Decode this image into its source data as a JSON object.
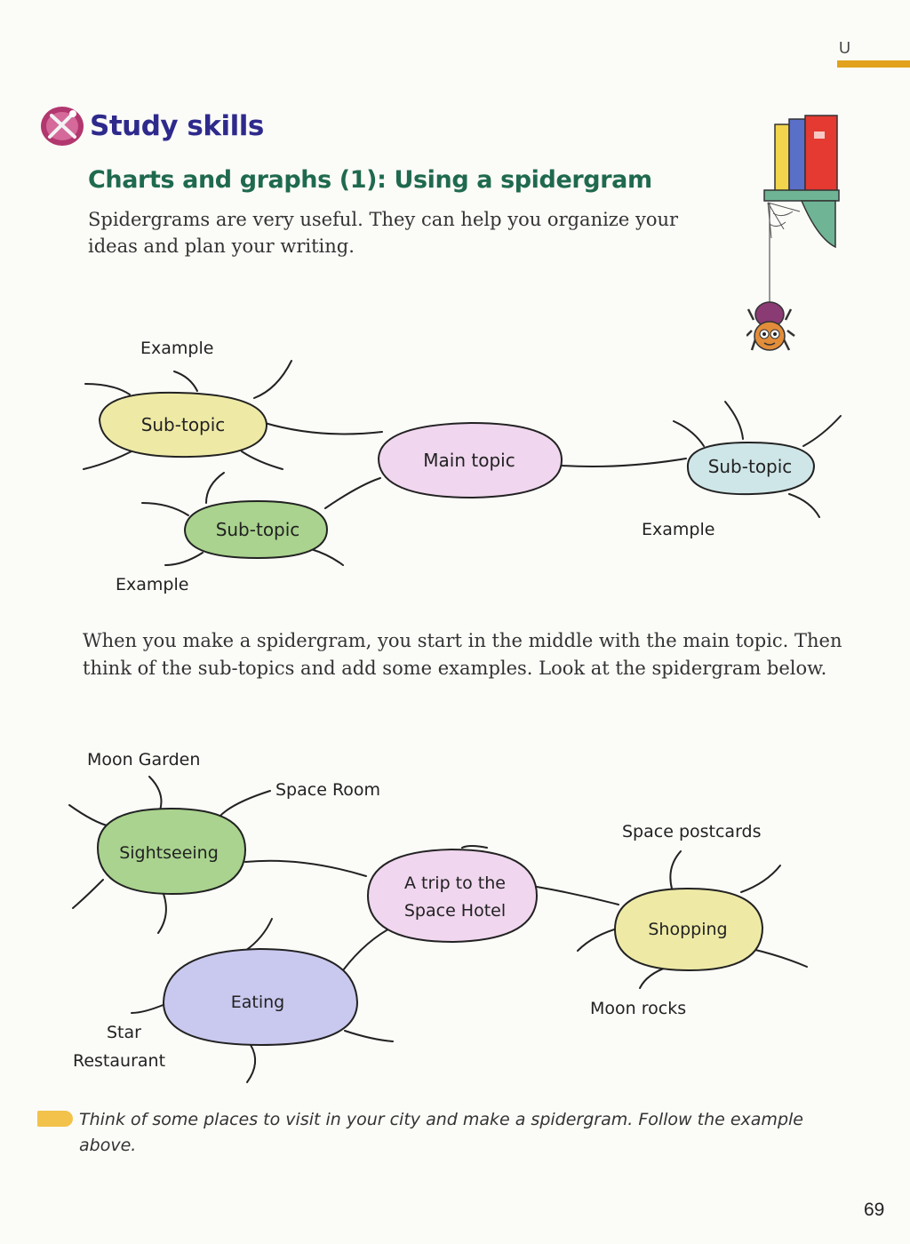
{
  "header": {
    "tab_letter": "U"
  },
  "section": {
    "title": "Study skills"
  },
  "lesson": {
    "title": "Charts and graphs (1): Using a spidergram",
    "intro": "Spidergrams are very useful. They can help you organize your ideas and plan your writing."
  },
  "diagram1": {
    "main": "Main topic",
    "subtopic_top_left": "Sub-topic",
    "subtopic_bottom_left": "Sub-topic",
    "subtopic_right": "Sub-topic",
    "example_top_left": "Example",
    "example_bottom_left": "Example",
    "example_right": "Example"
  },
  "middle_text": "When you make a spidergram, you start in the middle with the main topic. Then think of the sub-topics and add some examples. Look at the spidergram below.",
  "diagram2": {
    "main_line1": "A trip to the",
    "main_line2": "Space Hotel",
    "sightseeing": "Sightseeing",
    "eating": "Eating",
    "shopping": "Shopping",
    "moon_garden": "Moon Garden",
    "space_room": "Space Room",
    "star_line1": "Star",
    "star_line2": "Restaurant",
    "space_postcards": "Space postcards",
    "moon_rocks": "Moon rocks"
  },
  "task": {
    "text": "Think of some places to visit in your city and make a spidergram. Follow the example above."
  },
  "footer": {
    "page_number": "69"
  },
  "colors": {
    "heading_blue": "#2e2a8c",
    "heading_green": "#1f6a4e",
    "accent_orange": "#e2a21d",
    "bubble_yellow": "#eeeaa6",
    "bubble_pink": "#f0d6ee",
    "bubble_blue": "#cfe6e8",
    "bubble_green": "#a9d38e",
    "bubble_lilac": "#c9c8ef"
  },
  "icons": [
    "tools-icon",
    "books-icon",
    "spider-icon"
  ]
}
